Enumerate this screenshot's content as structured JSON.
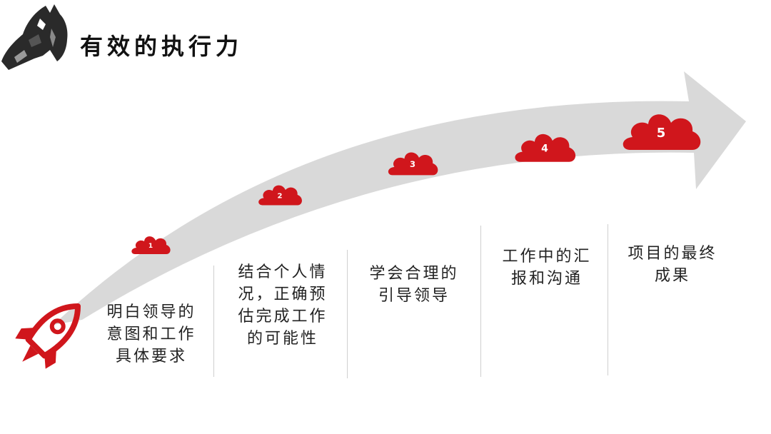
{
  "title": "有效的执行力",
  "colors": {
    "accent": "#d0161c",
    "arrow": "#d9d9d9",
    "divider": "#cfcfcf"
  },
  "icons": {
    "logo": "horse-head-icon",
    "rocket": "rocket-icon",
    "step_marker": "cloud-icon"
  },
  "steps": [
    {
      "number": "1",
      "text": "明白领导的\n意图和工作\n具体要求"
    },
    {
      "number": "2",
      "text": "结合个人情\n况，正确预\n估完成工作\n的可能性"
    },
    {
      "number": "3",
      "text": "学会合理的\n引导领导"
    },
    {
      "number": "4",
      "text": "工作中的汇\n报和沟通"
    },
    {
      "number": "5",
      "text": "项目的最终\n成果"
    }
  ]
}
